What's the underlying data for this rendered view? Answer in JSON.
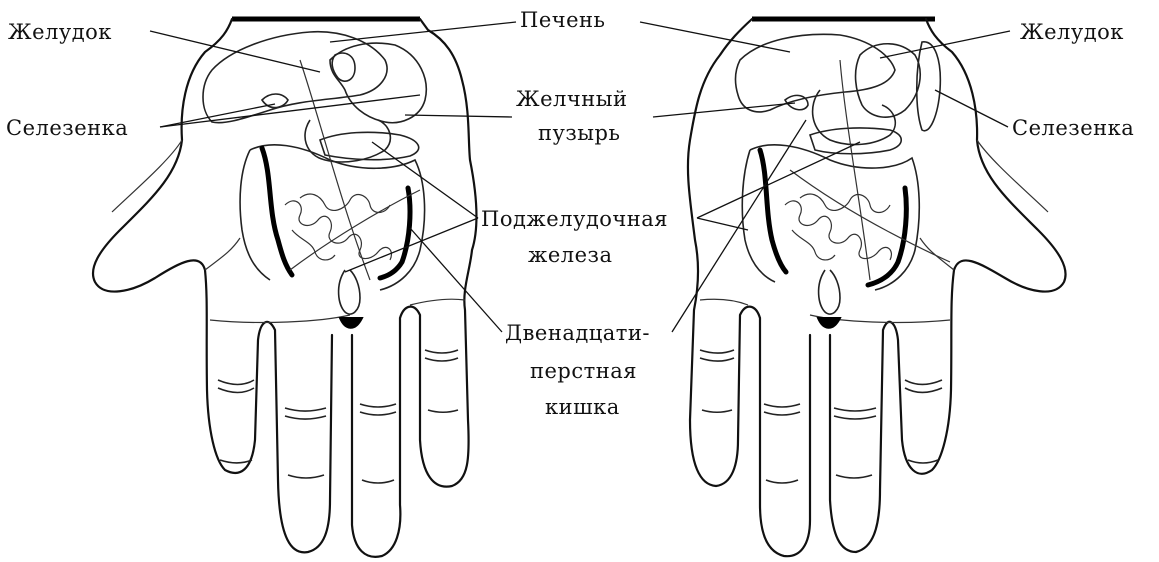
{
  "labels": {
    "stomach": "Желудок",
    "liver": "Печень",
    "spleen": "Селезенка",
    "gallbladder_line1": "Желчный",
    "gallbladder_line2": "пузырь",
    "pancreas_line1": "Поджелудочная",
    "pancreas_line2": "железа",
    "duodenum_line1": "Двенадцати-",
    "duodenum_line2": "перстная",
    "duodenum_line3": "кишка",
    "stomach_right": "Желудок",
    "spleen_right": "Селезенка"
  },
  "colors": {
    "ink": "#111111",
    "background": "#ffffff"
  }
}
